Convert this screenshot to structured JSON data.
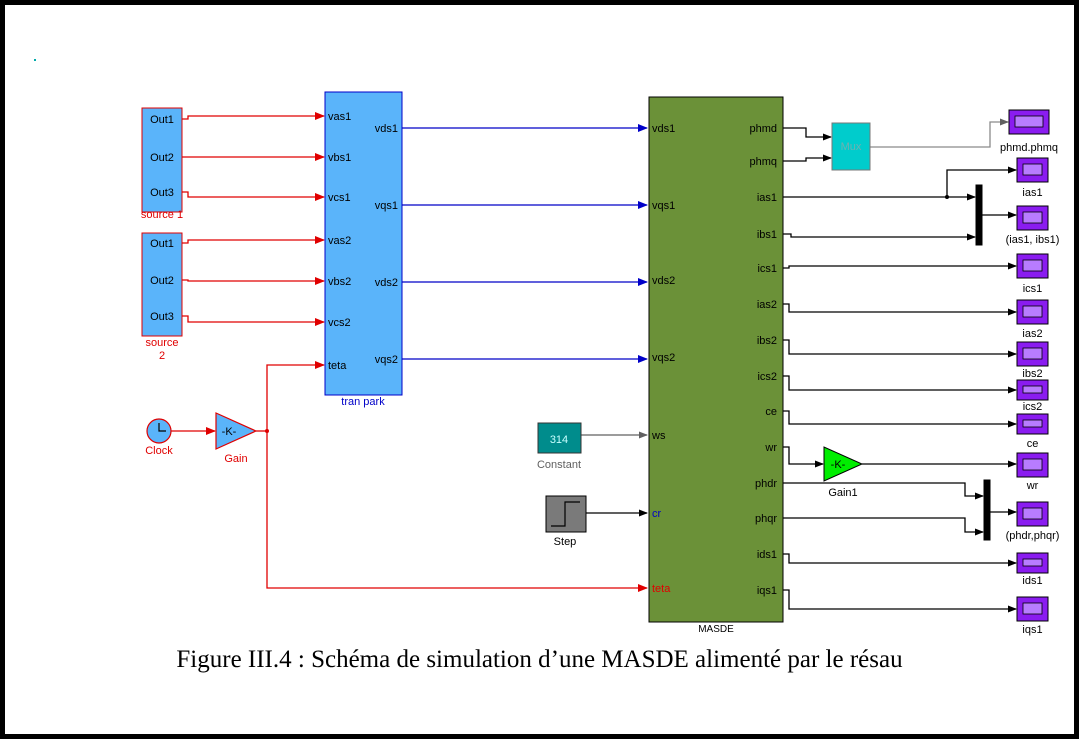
{
  "source1": {
    "ports": [
      "Out1",
      "Out2",
      "Out3"
    ],
    "label": "source 1"
  },
  "source2": {
    "ports": [
      "Out1",
      "Out2",
      "Out3"
    ],
    "label_line1": "source",
    "label_line2": "2"
  },
  "clock": {
    "label": "Clock"
  },
  "gain": {
    "symbol": "-K-",
    "label": "Gain"
  },
  "park": {
    "inputs": [
      "vas1",
      "vbs1",
      "vcs1",
      "vas2",
      "vbs2",
      "vcs2",
      "teta"
    ],
    "outputs": [
      "vds1",
      "vqs1",
      "vds2",
      "vqs2"
    ],
    "label": "tran park"
  },
  "constant": {
    "value": "314",
    "label": "Constant"
  },
  "step": {
    "label": "Step"
  },
  "masde": {
    "inputs": [
      "vds1",
      "vqs1",
      "vds2",
      "vqs2",
      "ws",
      "cr",
      "teta"
    ],
    "outputs": [
      "phmd",
      "phmq",
      "ias1",
      "ibs1",
      "ics1",
      "ias2",
      "ibs2",
      "ics2",
      "ce",
      "wr",
      "phdr",
      "phqr",
      "ids1",
      "iqs1"
    ],
    "label": "MASDE"
  },
  "mux": {
    "label": "Mux"
  },
  "gain1": {
    "symbol": "-K-",
    "label": "Gain1"
  },
  "scopes": [
    "phmd.phmq",
    "ias1",
    "(ias1, ibs1)",
    "ics1",
    "ias2",
    "ibs2",
    "ics2",
    "ce",
    "wr",
    "(phdr,phqr)",
    "ids1",
    "iqs1"
  ],
  "caption": "Figure III.4 : Schéma de simulation d’une MASDE alimenté par le résau",
  "colors": {
    "red": "#e00000",
    "blue": "#0000c8",
    "gray": "#808080",
    "black": "#000000",
    "source_fill": "#5ab4fa",
    "masde_fill": "#6b9138",
    "scope_fill": "#8a1cf0",
    "mux_fill": "#00cccc",
    "constant_fill": "#008c8c",
    "gain1_fill": "#00ee00"
  }
}
